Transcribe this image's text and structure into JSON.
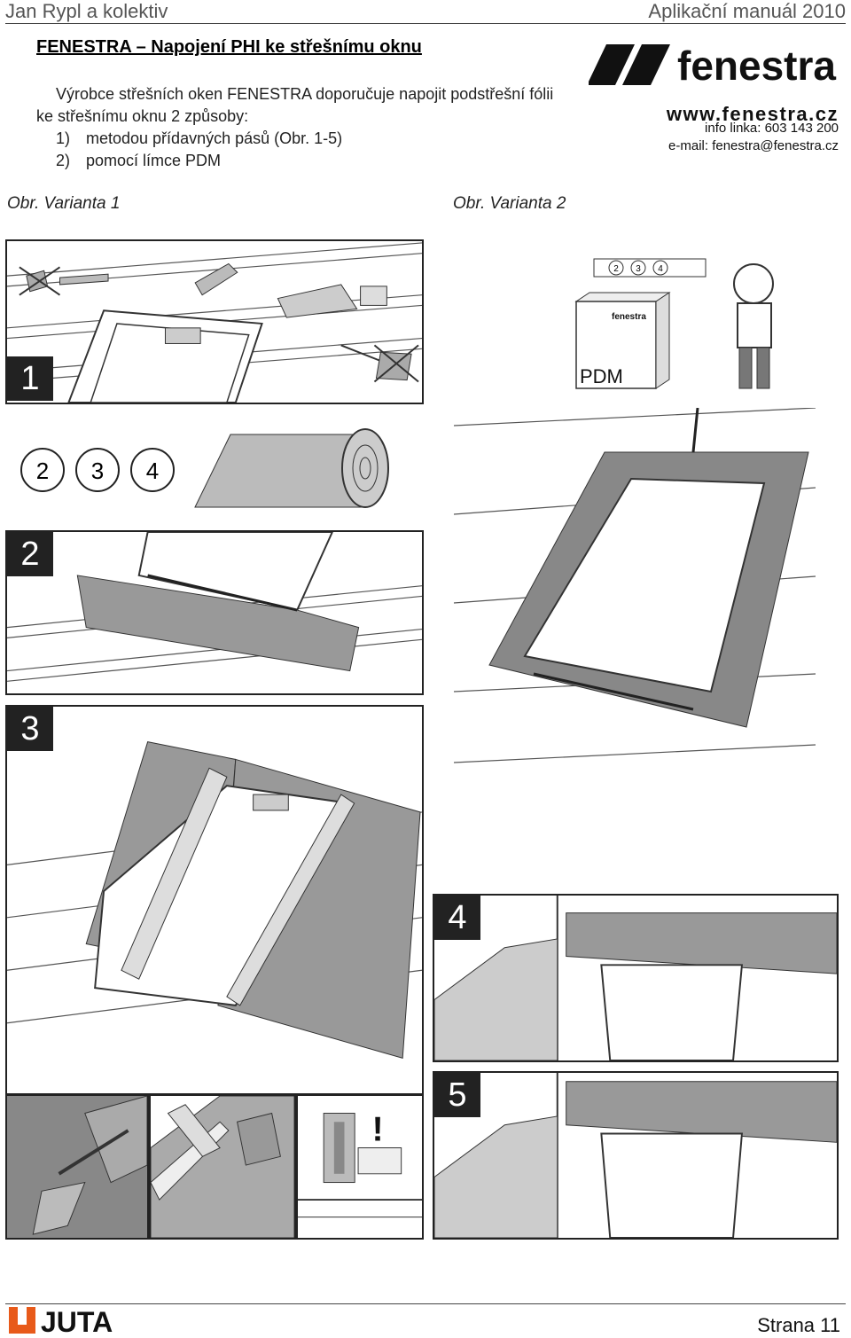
{
  "header": {
    "left": "Jan Rypl a kolektiv",
    "right": "Aplikační manuál 2010"
  },
  "title": "FENESTRA – Napojení PHI ke střešnímu oknu",
  "intro": {
    "line1": "Výrobce  střešních oken FENESTRA doporučuje napojit podstřešní fólii",
    "line2": "ke střešnímu oknu 2 způsoby:",
    "items": [
      {
        "num": "1)",
        "text": "metodou přídavných pásů (Obr. 1-5)"
      },
      {
        "num": "2)",
        "text": "pomocí límce  PDM"
      }
    ]
  },
  "logo": {
    "brand": "fenestra",
    "url": "www.fenestra.cz",
    "info": "info linka: 603 143 200",
    "email": "e-mail: fenestra@fenestra.cz"
  },
  "captions": {
    "variant1": "Obr. Varianta 1",
    "variant2": "Obr. Varianta 2"
  },
  "figures": {
    "step1": "1",
    "step2": "2",
    "step3": "3",
    "step4": "4",
    "step5": "5",
    "circles": [
      "2",
      "3",
      "4"
    ],
    "small_circles": [
      "2",
      "3",
      "4"
    ],
    "pdm_label": "PDM",
    "box_brand": "fenestra",
    "exclaim": "!"
  },
  "footer": {
    "logo": "JUTA",
    "page": "Strana 11"
  }
}
